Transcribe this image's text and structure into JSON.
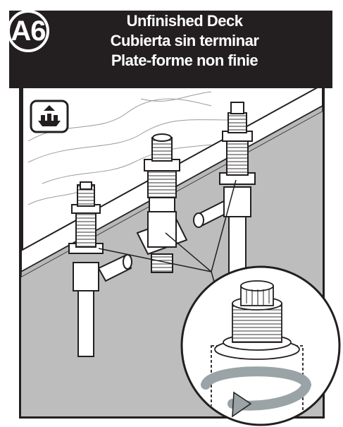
{
  "step": {
    "label": "A6",
    "titles": [
      "Unfinished Deck",
      "Cubierta sin terminar",
      "Plate-forme non finie"
    ]
  },
  "icons": {
    "deck_icon": "deck-install-icon",
    "rotate_arrow": "rotate-arrow-icon"
  },
  "colors": {
    "header_bg": "#231f20",
    "header_text": "#ffffff",
    "deck_gray": "#b8b8b8",
    "arrow_gray": "#9aa3a6"
  }
}
